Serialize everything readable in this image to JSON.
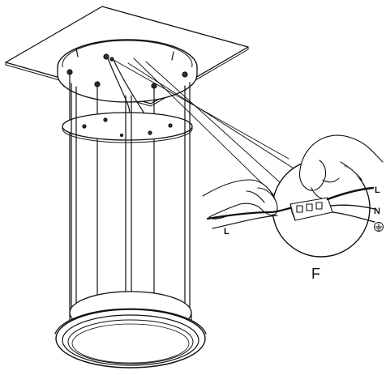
{
  "figure": {
    "step_label": "F",
    "wire_label_left": "L",
    "wire_label_right_live": "L",
    "wire_label_right_neutral": "N",
    "ground_symbol": "⏚",
    "ground_icon": "earth-ground-circle-icon"
  }
}
